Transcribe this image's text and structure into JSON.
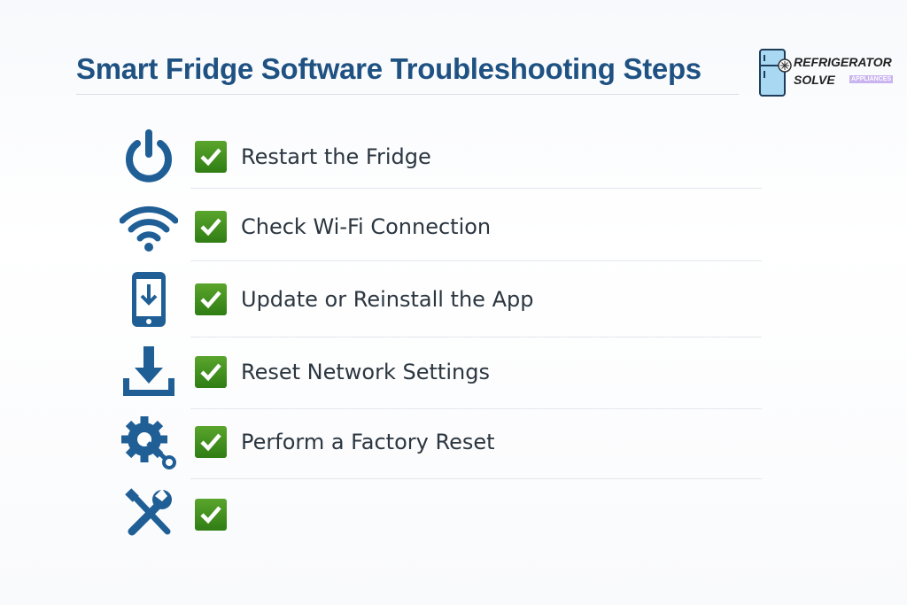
{
  "title": "Smart Fridge Software Troubleshooting Steps",
  "logo": {
    "line1": "REFRIGERATOR",
    "line2": "SOLVE",
    "tagline": "APPLIANCES"
  },
  "colors": {
    "title": "#1f5282",
    "icon": "#1f5f96",
    "check": "#3f8f1e"
  },
  "steps": [
    {
      "icon": "power-icon",
      "label": "Restart the Fridge"
    },
    {
      "icon": "wifi-icon",
      "label": "Check Wi-Fi Connection"
    },
    {
      "icon": "phone-download-icon",
      "label": "Update or Reinstall the App"
    },
    {
      "icon": "download-tray-icon",
      "label": "Reset Network Settings"
    },
    {
      "icon": "gear-wrench-icon",
      "label": "Perform a Factory Reset"
    },
    {
      "icon": "tools-icon",
      "label": ""
    }
  ]
}
